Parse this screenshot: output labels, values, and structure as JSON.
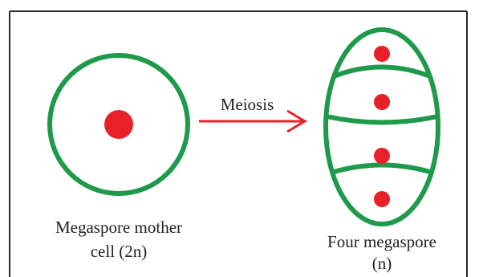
{
  "diagram": {
    "arrow_label": "Meiosis",
    "left_label": [
      "Megaspore mother",
      "cell (2n)"
    ],
    "right_label": [
      "Four megaspore",
      "(n)"
    ]
  },
  "colors": {
    "cell_outline": "#1e9a4a",
    "nucleus": "#e8202a",
    "arrow": "#e8202a",
    "frame": "#2b2b2b",
    "text": "#222222"
  }
}
